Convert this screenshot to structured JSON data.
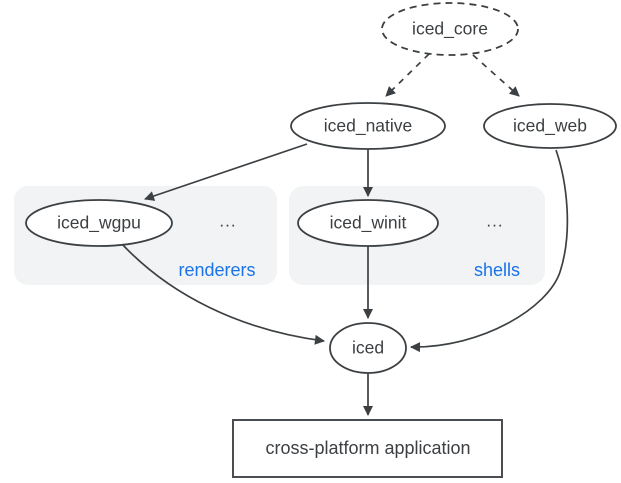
{
  "diagram": {
    "nodes": {
      "core": {
        "label": "iced_core"
      },
      "native": {
        "label": "iced_native"
      },
      "web": {
        "label": "iced_web"
      },
      "wgpu": {
        "label": "iced_wgpu"
      },
      "winit": {
        "label": "iced_winit"
      },
      "iced": {
        "label": "iced"
      },
      "app": {
        "label": "cross-platform application"
      }
    },
    "groups": {
      "renderers": {
        "label": "renderers",
        "ellipsis": "..."
      },
      "shells": {
        "label": "shells",
        "ellipsis": "..."
      }
    },
    "colors": {
      "node_stroke": "#3c4043",
      "node_fill": "#ffffff",
      "text": "#3c4043",
      "group_label_text": "#1a73e8",
      "group_background": "#f1f3f4",
      "page_background": "#ffffff"
    }
  }
}
